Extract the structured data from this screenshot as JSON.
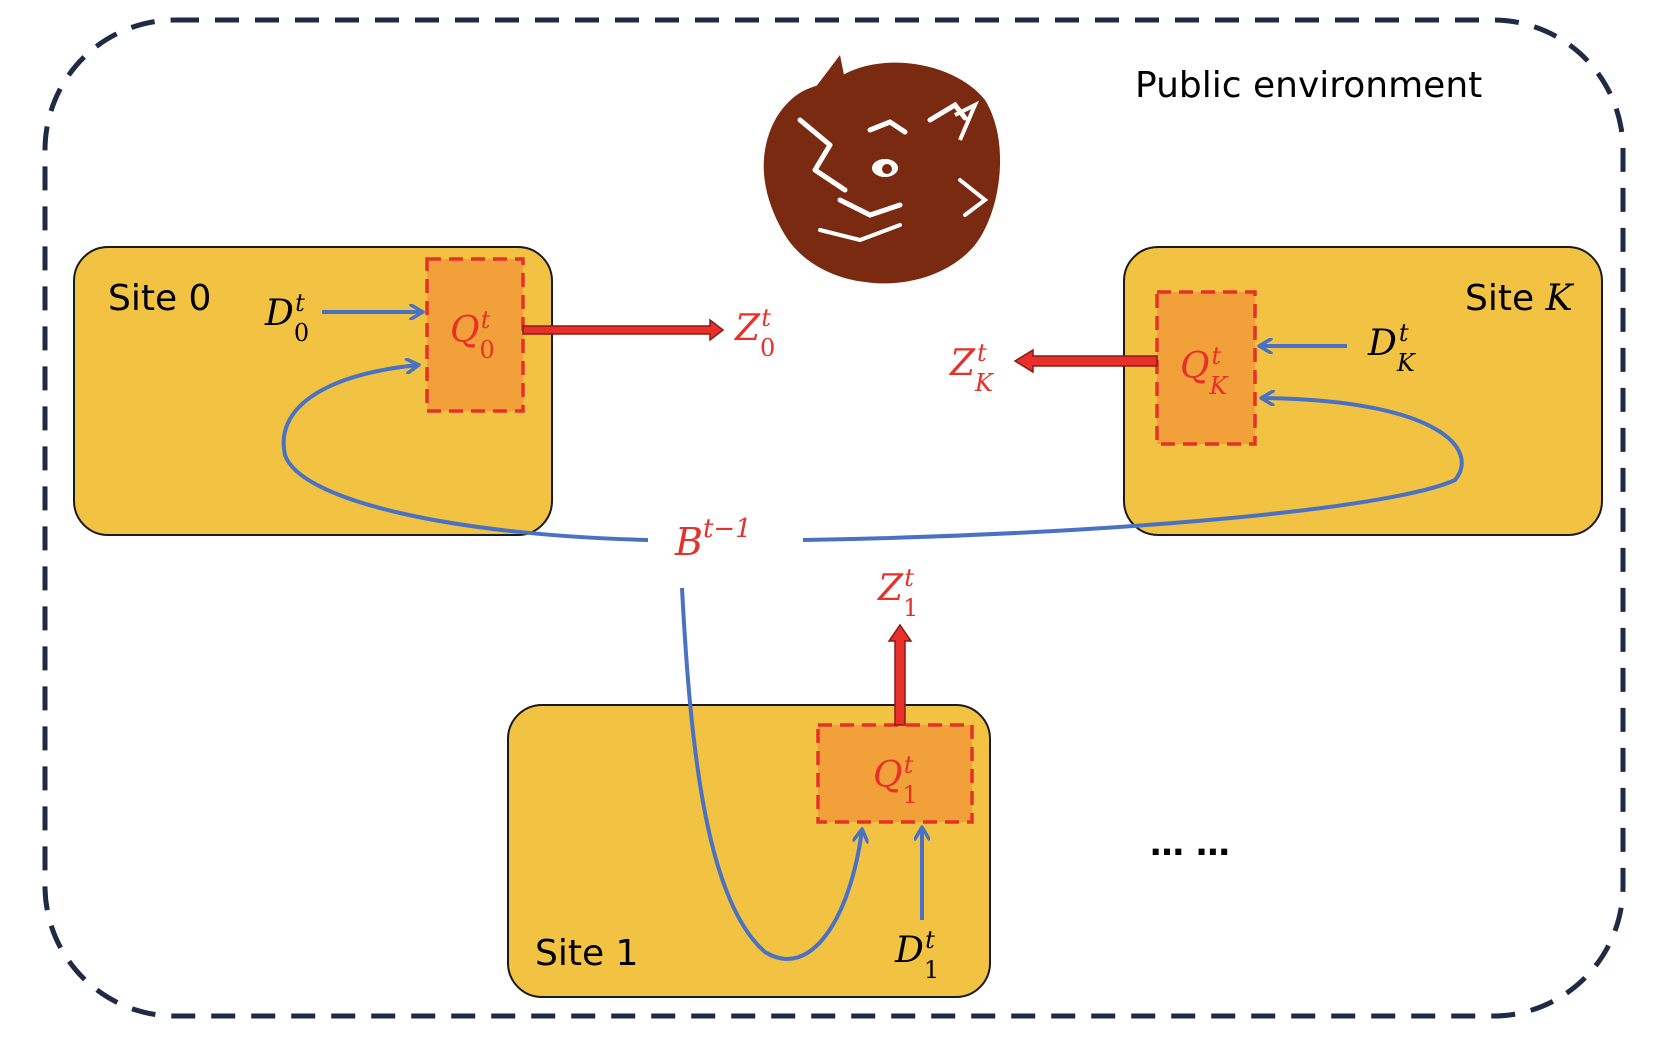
{
  "environment": {
    "title": "Public environment"
  },
  "sites": [
    {
      "title": "Site 0",
      "input": {
        "base": "D",
        "sub": "0",
        "sup": "t"
      },
      "model": {
        "base": "Q",
        "sub": "0",
        "sup": "t"
      },
      "output": {
        "base": "Z",
        "sub": "0",
        "sup": "t"
      }
    },
    {
      "title": "Site 1",
      "input": {
        "base": "D",
        "sub": "1",
        "sup": "t"
      },
      "model": {
        "base": "Q",
        "sub": "1",
        "sup": "t"
      },
      "output": {
        "base": "Z",
        "sub": "1",
        "sup": "t"
      }
    },
    {
      "title_prefix": "Site ",
      "title_var": "K",
      "input": {
        "base": "D",
        "sub": "K",
        "sup": "t"
      },
      "model": {
        "base": "Q",
        "sub": "K",
        "sup": "t"
      },
      "output": {
        "base": "Z",
        "sub": "K",
        "sup": "t"
      }
    }
  ],
  "broadcast": {
    "base": "B",
    "sup": "t−1"
  },
  "ellipsis": "… …",
  "colors": {
    "site_fill": "#F2C242",
    "model_fill": "#F1A03A",
    "red": "#E8302A",
    "blue": "#4A72C4",
    "border_dark": "#1F2A44",
    "logo": "#7A2A10"
  },
  "icons": {
    "adversary": "devil-face-icon"
  }
}
